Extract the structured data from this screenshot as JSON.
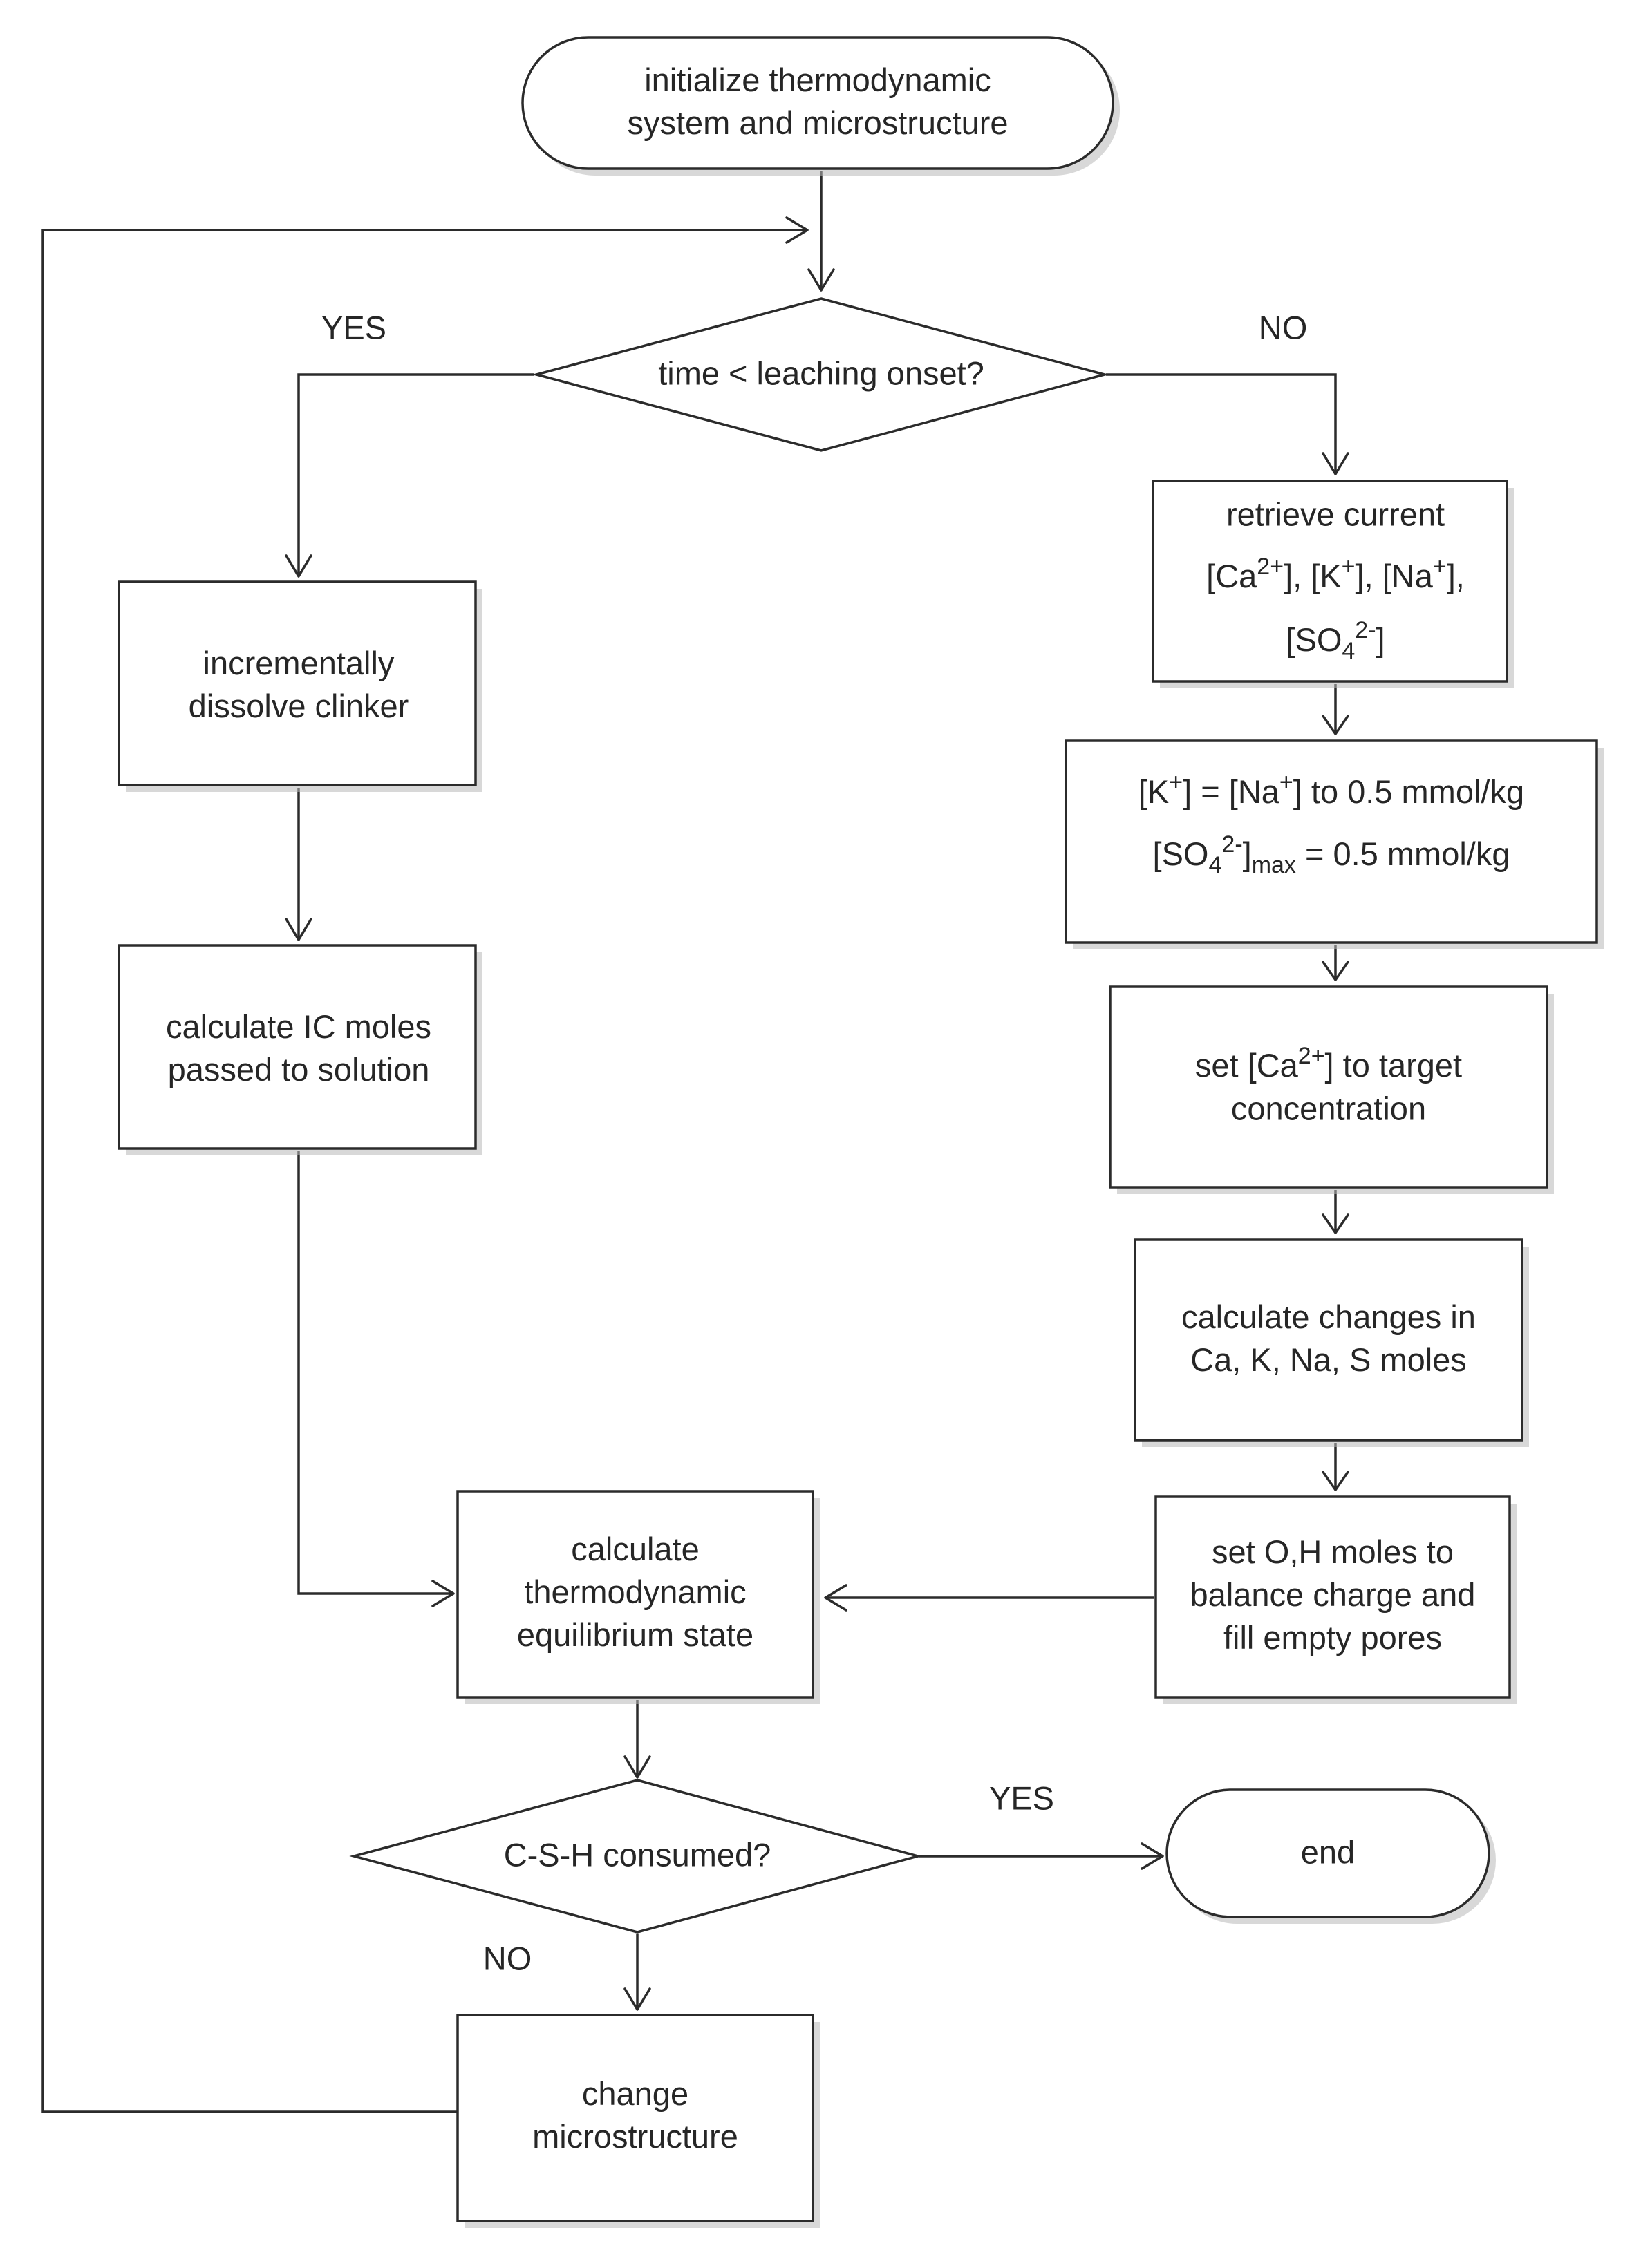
{
  "nodes": {
    "init": [
      "initialize thermodynamic",
      "system and microstructure"
    ],
    "decision_time": "time < leaching onset?",
    "dissolve": [
      "incrementally",
      "dissolve clinker"
    ],
    "ic_moles": [
      "calculate IC moles",
      "passed to solution"
    ],
    "retrieve": {
      "line1": "retrieve current",
      "ca": "[Ca",
      "ca_sup": "2+",
      "ca_close": "], ",
      "k": "[K",
      "k_sup": "+",
      "k_close": "], ",
      "na": "[Na",
      "na_sup": "+",
      "na_close": "],",
      "so": "[SO",
      "so_sub": "4",
      "so_sup": "2-",
      "so_close": "]"
    },
    "kna": {
      "k": "[K",
      "k_sup": "+",
      "mid": "] = [Na",
      "na_sup": "+",
      "tail": "] to 0.5 mmol/kg",
      "so": "[SO",
      "so_sub": "4",
      "so_sup": "2-",
      "so_close": "]",
      "max_sub": "max",
      "so_tail": " = 0.5 mmol/kg"
    },
    "set_ca": {
      "pre": "set [Ca",
      "sup": "2+",
      "post": "] to target",
      "line2": "concentration"
    },
    "changes": [
      "calculate changes in",
      "Ca, K, Na, S moles"
    ],
    "set_oh": [
      "set O,H moles to",
      "balance charge and",
      "fill empty pores"
    ],
    "equilibrium": [
      "calculate",
      "thermodynamic",
      "equilibrium state"
    ],
    "decision_csh": "C-S-H consumed?",
    "end": "end",
    "change_micro": [
      "change",
      "microstructure"
    ]
  },
  "edge_labels": {
    "time_yes": "YES",
    "time_no": "NO",
    "csh_yes": "YES",
    "csh_no": "NO"
  }
}
